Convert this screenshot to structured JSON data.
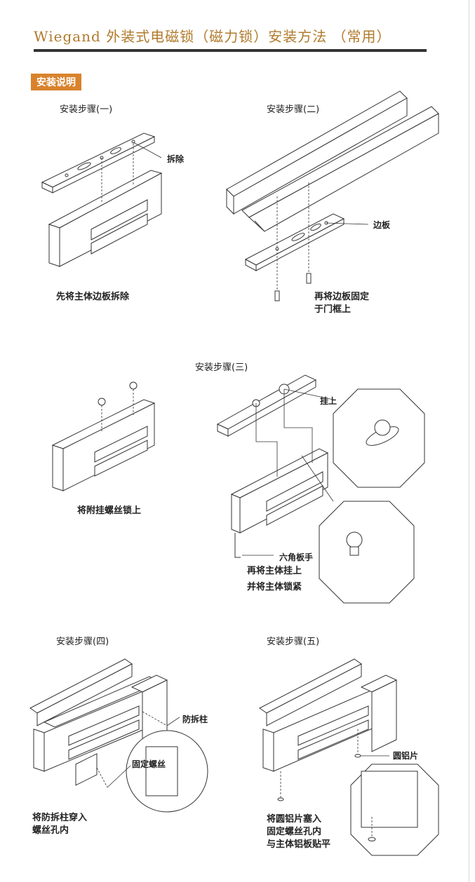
{
  "header": {
    "title": "Wiegand 外装式电磁锁（磁力锁）安装方法 （常用）",
    "badge": "安装说明"
  },
  "steps": [
    {
      "heading": "安装步骤(一)",
      "caption": "先将主体边板拆除",
      "labels": [
        "拆除"
      ]
    },
    {
      "heading": "安装步骤(二)",
      "caption": "再将边板固定\n于门框上",
      "labels": [
        "边板"
      ]
    },
    {
      "heading": "安装步骤(三)",
      "caption_left": "将附挂螺丝锁上",
      "caption_right": "再将主体挂上\n并将主体锁紧",
      "labels": [
        "挂上",
        "六角板手"
      ]
    },
    {
      "heading": "安装步骤(四)",
      "caption": "将防拆柱穿入\n螺丝孔内",
      "labels": [
        "防拆柱",
        "固定螺丝"
      ]
    },
    {
      "heading": "安装步骤(五)",
      "caption": "将圆铝片塞入\n固定螺丝孔内\n与主体铝板贴平",
      "labels": [
        "圆铝片"
      ]
    }
  ],
  "colors": {
    "title": "#b07a2c",
    "badge_bg": "#d9822b",
    "line": "#333333"
  }
}
